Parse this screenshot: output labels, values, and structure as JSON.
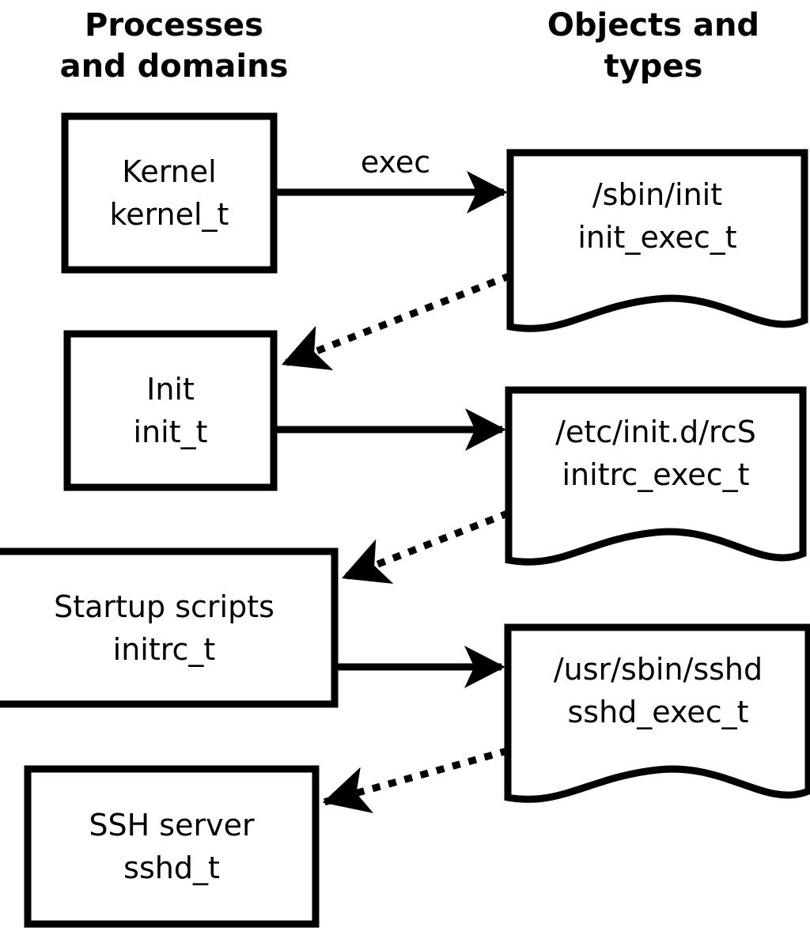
{
  "diagram": {
    "title": "SELinux process transitions: processes/domains and objects/types",
    "background": "#ffffff",
    "stroke": "#000000",
    "headers": {
      "left": "Processes\nand domains",
      "right": "Objects and\ntypes"
    },
    "process_nodes": [
      {
        "id": "kernel",
        "line1": "Kernel",
        "line2": "kernel_t"
      },
      {
        "id": "init",
        "line1": "Init",
        "line2": "init_t"
      },
      {
        "id": "initrc",
        "line1": "Startup scripts",
        "line2": "initrc_t"
      },
      {
        "id": "sshd",
        "line1": "SSH server",
        "line2": "sshd_t"
      }
    ],
    "object_nodes": [
      {
        "id": "init-exec",
        "line1": "/sbin/init",
        "line2": "init_exec_t"
      },
      {
        "id": "initrc-exec",
        "line1": "/etc/init.d/rcS",
        "line2": "initrc_exec_t"
      },
      {
        "id": "sshd-exec",
        "line1": "/usr/sbin/sshd",
        "line2": "sshd_exec_t"
      }
    ],
    "edges": [
      {
        "id": "kernel-to-init-exec",
        "style": "solid",
        "label": "exec",
        "from": "kernel",
        "to": "init-exec"
      },
      {
        "id": "init-exec-to-init",
        "style": "dotted",
        "label": "",
        "from": "init-exec",
        "to": "init"
      },
      {
        "id": "init-to-initrc-exec",
        "style": "solid",
        "label": "",
        "from": "init",
        "to": "initrc-exec"
      },
      {
        "id": "initrc-exec-to-initrc",
        "style": "dotted",
        "label": "",
        "from": "initrc-exec",
        "to": "initrc"
      },
      {
        "id": "initrc-to-sshd-exec",
        "style": "solid",
        "label": "",
        "from": "initrc",
        "to": "sshd-exec"
      },
      {
        "id": "sshd-exec-to-sshd",
        "style": "dotted",
        "label": "",
        "from": "sshd-exec",
        "to": "sshd"
      }
    ]
  }
}
